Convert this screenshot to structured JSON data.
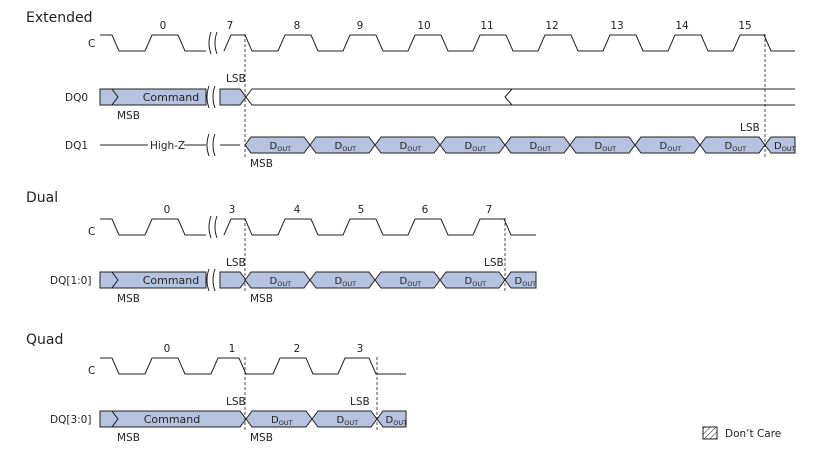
{
  "colors": {
    "bus_fill": "#b5c3e0",
    "line": "#231f20",
    "background": "#ffffff"
  },
  "sections": [
    {
      "id": "extended",
      "title": "Extended",
      "clock_label": "C",
      "clock_numbers": [
        "0",
        "7",
        "8",
        "9",
        "10",
        "11",
        "12",
        "13",
        "14",
        "15"
      ],
      "lanes": [
        {
          "name": "DQ0",
          "command_label": "Command",
          "lsb_before": "LSB",
          "msb_below": "MSB",
          "after": "Don't Care"
        },
        {
          "name": "DQ1",
          "idle_label": "High-Z",
          "msb_below": "MSB",
          "dout_main": "D",
          "dout_sub": "OUT",
          "lsb_end": "LSB"
        }
      ]
    },
    {
      "id": "dual",
      "title": "Dual",
      "clock_label": "C",
      "clock_numbers": [
        "0",
        "3",
        "4",
        "5",
        "6",
        "7"
      ],
      "lanes": [
        {
          "name": "DQ[1:0]",
          "command_label": "Command",
          "lsb_before": "LSB",
          "msb_below_cmd": "MSB",
          "msb_below_data": "MSB",
          "dout_main": "D",
          "dout_sub": "OUT",
          "lsb_end": "LSB"
        }
      ]
    },
    {
      "id": "quad",
      "title": "Quad",
      "clock_label": "C",
      "clock_numbers": [
        "0",
        "1",
        "2",
        "3"
      ],
      "lanes": [
        {
          "name": "DQ[3:0]",
          "command_label": "Command",
          "lsb_before": "LSB",
          "msb_below_cmd": "MSB",
          "msb_below_data": "MSB",
          "dout_main": "D",
          "dout_sub": "OUT",
          "lsb_end": "LSB"
        }
      ]
    }
  ],
  "legend": {
    "label": "Don’t Care",
    "icon": "hatched-box-icon"
  }
}
